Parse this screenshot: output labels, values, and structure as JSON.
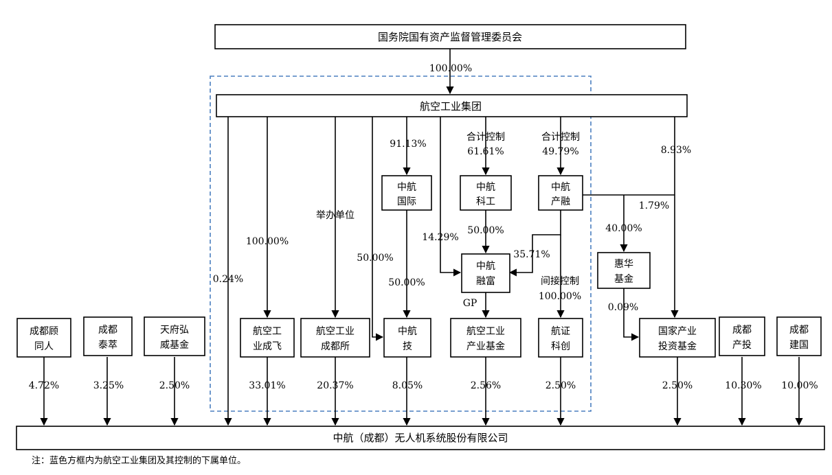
{
  "entities": {
    "sasac": "国务院国有资产监督管理委员会",
    "avic": "航空工业集团",
    "target": "中航（成都）无人机系统股份有限公司",
    "avic_intl": [
      "中航",
      "国际"
    ],
    "avic_tech": [
      "中航",
      "科工"
    ],
    "avic_ind_fin": [
      "中航",
      "产融"
    ],
    "huihua_fund": [
      "惠华",
      "基金"
    ],
    "avic_rongfu": [
      "中航",
      "融富"
    ],
    "chengdu_guwen": [
      "成都顾",
      "同人"
    ],
    "chengdu_taicui": [
      "成都",
      "泰萃"
    ],
    "tianfu_hongwei": [
      "天府弘",
      "威基金"
    ],
    "avic_chengfei": [
      "航空工",
      "业成飞"
    ],
    "avic_chengdu_inst": [
      "航空工业",
      "成都所"
    ],
    "avic_ji": [
      "中航",
      "技"
    ],
    "avic_ind_fund": [
      "航空工业",
      "产业基金"
    ],
    "avic_zhengchuang": [
      "航证",
      "科创"
    ],
    "national_fund": [
      "国家产业",
      "投资基金"
    ],
    "chengdu_chantou": [
      "成都",
      "产投"
    ],
    "chengdu_jianguo": [
      "成都",
      "建国"
    ]
  },
  "labels": {
    "sasac_to_avic": "100.00%",
    "avic_direct": "0.24%",
    "avic_to_chengfei": "100.00%",
    "sponsor_unit": "举办单位",
    "avic_to_ji": "50.00%",
    "avic_to_intl": "91.13%",
    "intl_to_ji": "50.00%",
    "avic_to_rongfu": "14.29%",
    "combined_control_1": "合计控制",
    "tech_pct": "61.61%",
    "tech_to_rongfu": "50.00%",
    "combined_control_2": "合计控制",
    "indfin_pct": "49.79%",
    "indfin_to_rongfu": "35.71%",
    "gp": "GP",
    "indirect_control": "间接控制",
    "indirect_pct": "100.00%",
    "avic_to_national": "8.93%",
    "indfin_to_national": "1.79%",
    "indfin_to_huihua": "40.00%",
    "huihua_to_national": "0.09%"
  },
  "holdings": {
    "chengdu_guwen": "4.72%",
    "chengdu_taicui": "3.25%",
    "tianfu_hongwei": "2.50%",
    "avic_chengfei": "33.01%",
    "avic_chengdu_inst": "20.37%",
    "avic_ji": "8.05%",
    "avic_ind_fund": "2.56%",
    "avic_zhengchuang": "2.50%",
    "national_fund": "2.50%",
    "chengdu_chantou": "10.30%",
    "chengdu_jianguo": "10.00%"
  },
  "note": "注：蓝色方框内为航空工业集团及其控制的下属单位。",
  "colors": {
    "group_border": "#4a7ebf",
    "line": "#000000"
  }
}
